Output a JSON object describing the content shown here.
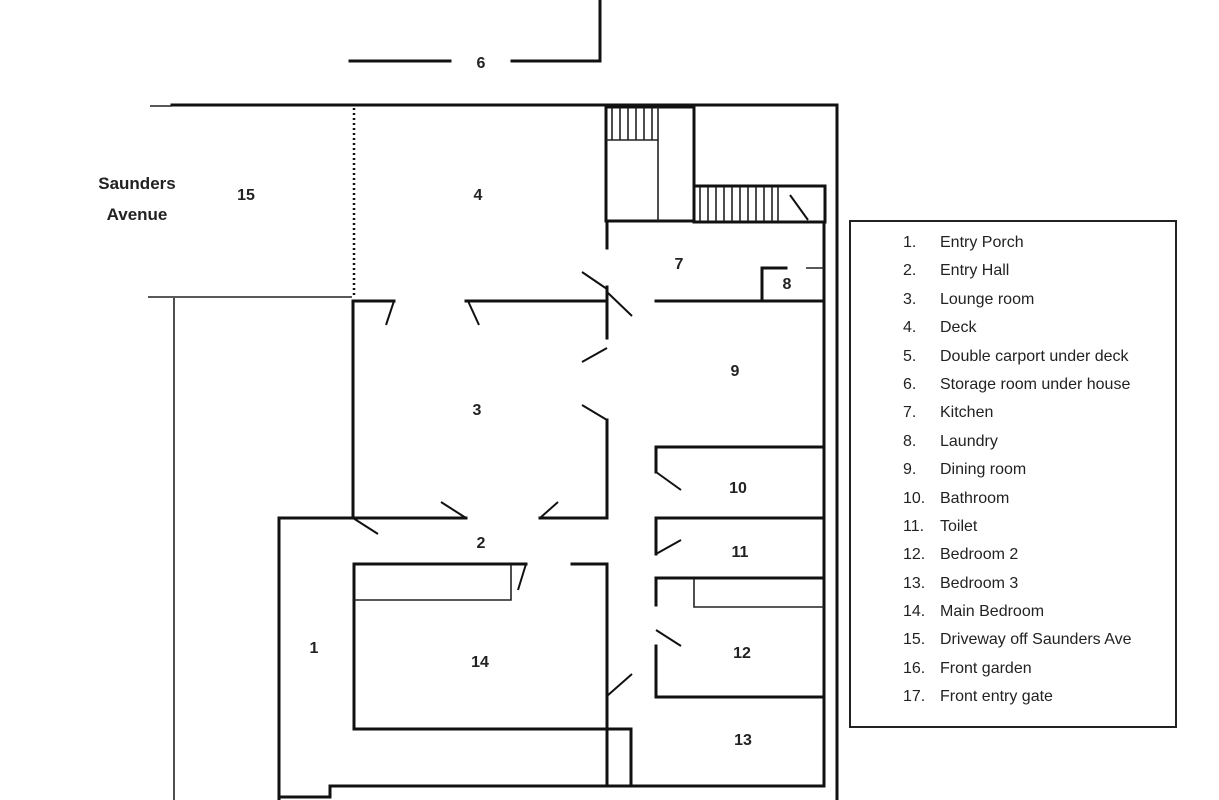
{
  "street": {
    "line1": "Saunders",
    "line2": "Avenue"
  },
  "rooms": {
    "r1": "1",
    "r2": "2",
    "r3": "3",
    "r4": "4",
    "r6": "6",
    "r7": "7",
    "r8": "8",
    "r9": "9",
    "r10": "10",
    "r11": "11",
    "r12": "12",
    "r13": "13",
    "r14": "14",
    "r15": "15"
  },
  "legend": [
    {
      "num": "1.",
      "label": "Entry Porch"
    },
    {
      "num": "2.",
      "label": "Entry Hall"
    },
    {
      "num": "3.",
      "label": "Lounge room"
    },
    {
      "num": "4.",
      "label": "Deck"
    },
    {
      "num": "5.",
      "label": "Double carport under deck"
    },
    {
      "num": "6.",
      "label": "Storage room under house"
    },
    {
      "num": "7.",
      "label": "Kitchen"
    },
    {
      "num": "8.",
      "label": "Laundry"
    },
    {
      "num": "9.",
      "label": "Dining room"
    },
    {
      "num": "10.",
      "label": "Bathroom"
    },
    {
      "num": "11.",
      "label": "Toilet"
    },
    {
      "num": "12.",
      "label": "Bedroom 2"
    },
    {
      "num": "13.",
      "label": "Bedroom 3"
    },
    {
      "num": "14.",
      "label": "Main Bedroom"
    },
    {
      "num": "15.",
      "label": "Driveway off Saunders Ave"
    },
    {
      "num": "16.",
      "label": "Front garden"
    },
    {
      "num": "17.",
      "label": "Front entry gate"
    }
  ]
}
